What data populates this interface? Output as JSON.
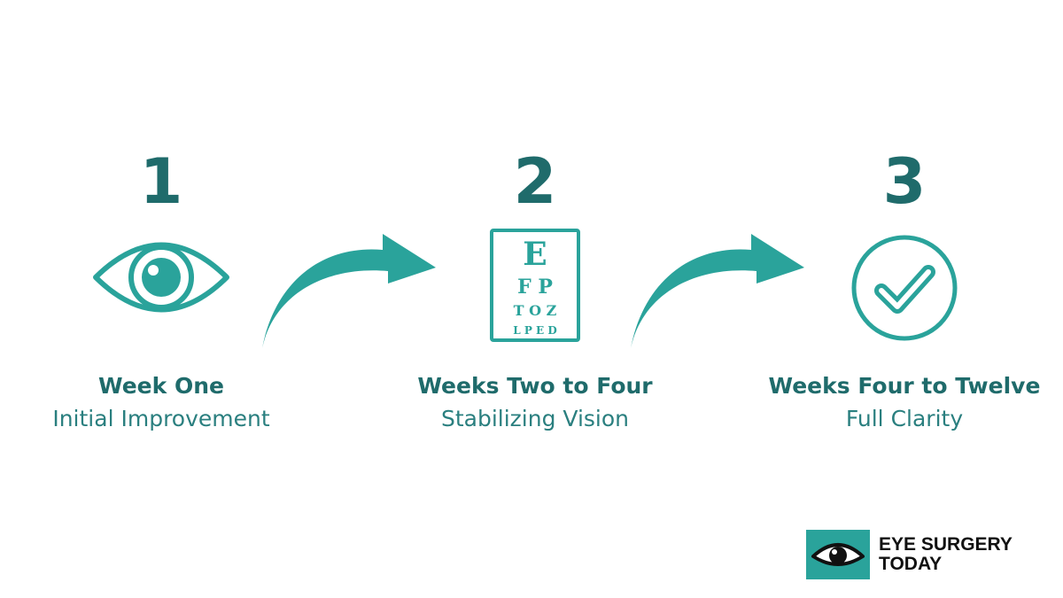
{
  "steps": [
    {
      "number": "1",
      "title": "Week One",
      "subtitle": "Initial Improvement",
      "icon": "eye-icon"
    },
    {
      "number": "2",
      "title": "Weeks Two to Four",
      "subtitle": "Stabilizing Vision",
      "icon": "eye-chart-icon"
    },
    {
      "number": "3",
      "title": "Weeks Four to Twelve",
      "subtitle": "Full Clarity",
      "icon": "checkmark-circle-icon"
    }
  ],
  "eye_chart": {
    "lines": [
      "E",
      "F P",
      "T O Z",
      "L P E D"
    ]
  },
  "logo": {
    "line1": "EYE SURGERY",
    "line2": "TODAY",
    "icon": "eye-logo-icon"
  },
  "colors": {
    "primary_dark": "#1f6b6b",
    "accent_teal": "#2aa39b",
    "text_teal": "#2a7f7f"
  }
}
